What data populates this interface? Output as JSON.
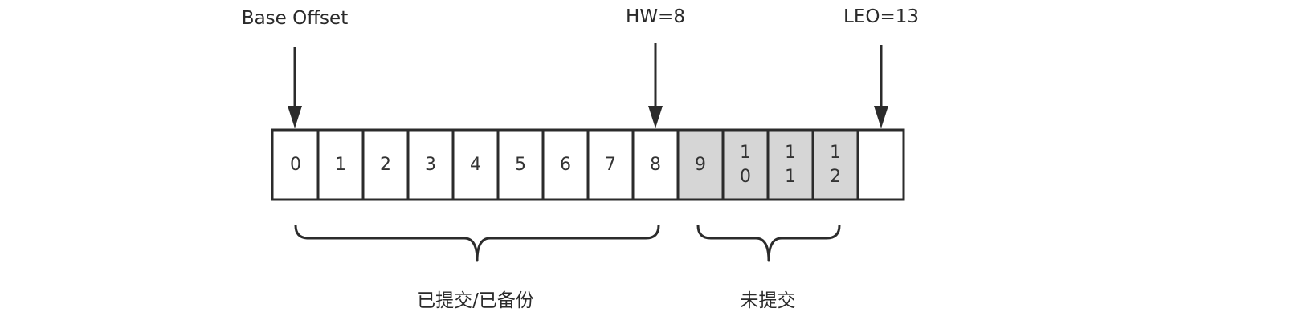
{
  "markers": {
    "base_offset": "Base Offset",
    "hw": "HW=8",
    "leo": "LEO=13"
  },
  "cells": [
    {
      "line1": "0",
      "line2": "",
      "shaded": false
    },
    {
      "line1": "1",
      "line2": "",
      "shaded": false
    },
    {
      "line1": "2",
      "line2": "",
      "shaded": false
    },
    {
      "line1": "3",
      "line2": "",
      "shaded": false
    },
    {
      "line1": "4",
      "line2": "",
      "shaded": false
    },
    {
      "line1": "5",
      "line2": "",
      "shaded": false
    },
    {
      "line1": "6",
      "line2": "",
      "shaded": false
    },
    {
      "line1": "7",
      "line2": "",
      "shaded": false
    },
    {
      "line1": "8",
      "line2": "",
      "shaded": false
    },
    {
      "line1": "9",
      "line2": "",
      "shaded": true
    },
    {
      "line1": "1",
      "line2": "0",
      "shaded": true
    },
    {
      "line1": "1",
      "line2": "1",
      "shaded": true
    },
    {
      "line1": "1",
      "line2": "2",
      "shaded": true
    },
    {
      "line1": "",
      "line2": "",
      "shaded": false
    }
  ],
  "groups": {
    "committed": "已提交/已备份",
    "uncommitted": "未提交"
  },
  "colors": {
    "shaded_fill": "#d6d6d6",
    "border": "#2b2b2b"
  }
}
